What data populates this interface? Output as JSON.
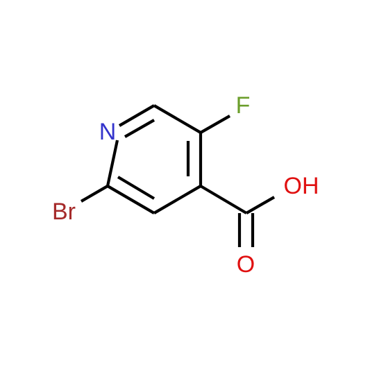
{
  "molecule": {
    "atoms": {
      "n": {
        "symbol": "N",
        "color": "#3333cc"
      },
      "br": {
        "symbol": "Br",
        "color": "#a52a2a"
      },
      "f": {
        "symbol": "F",
        "color": "#6b9e2b"
      },
      "oh": {
        "symbol": "OH",
        "color": "#e01010"
      },
      "o": {
        "symbol": "O",
        "color": "#e01010"
      }
    },
    "bond_color": "#000000",
    "background": "#ffffff"
  }
}
